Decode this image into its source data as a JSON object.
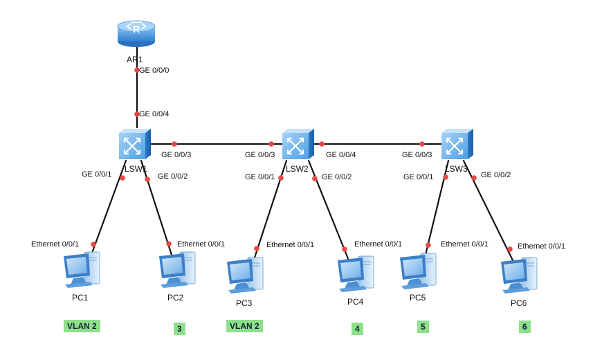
{
  "devices": {
    "ar1": "AR1",
    "router_glyph": "R",
    "lsw1": "LSW1",
    "lsw2": "LSW2",
    "lsw3": "LSW3",
    "pc1": "PC1",
    "pc2": "PC2",
    "pc3": "PC3",
    "pc4": "PC4",
    "pc5": "PC5",
    "pc6": "PC6"
  },
  "ports": {
    "ar1_ge000": "GE 0/0/0",
    "lsw1_ge004": "GE 0/0/4",
    "lsw1_ge003": "GE 0/0/3",
    "lsw1_ge001": "GE 0/0/1",
    "lsw1_ge002": "GE 0/0/2",
    "lsw2_ge003": "GE 0/0/3",
    "lsw2_ge004": "GE 0/0/4",
    "lsw2_ge001": "GE 0/0/1",
    "lsw2_ge002": "GE 0/0/2",
    "lsw3_ge003": "GE 0/0/3",
    "lsw3_ge001": "GE 0/0/1",
    "lsw3_ge002": "GE 0/0/2",
    "pc1_eth": "Ethernet 0/0/1",
    "pc2_eth": "Ethernet 0/0/1",
    "pc3_eth": "Ethernet 0/0/1",
    "pc4_eth": "Ethernet 0/0/1",
    "pc5_eth": "Ethernet 0/0/1",
    "pc6_eth": "Ethernet 0/0/1"
  },
  "vlans": {
    "pc1": "VLAN  2",
    "pc2": "3",
    "pc3": "VLAN  2",
    "pc4": "4",
    "pc5": "5",
    "pc6": "6"
  },
  "colors": {
    "link": "#111111",
    "port_dot": "#e84848",
    "device_blue": "#3c8fd8",
    "vlan_bg": "#8ee08a"
  },
  "icons": {
    "router": "router-icon",
    "switch": "switch-icon",
    "pc": "pc-icon"
  }
}
